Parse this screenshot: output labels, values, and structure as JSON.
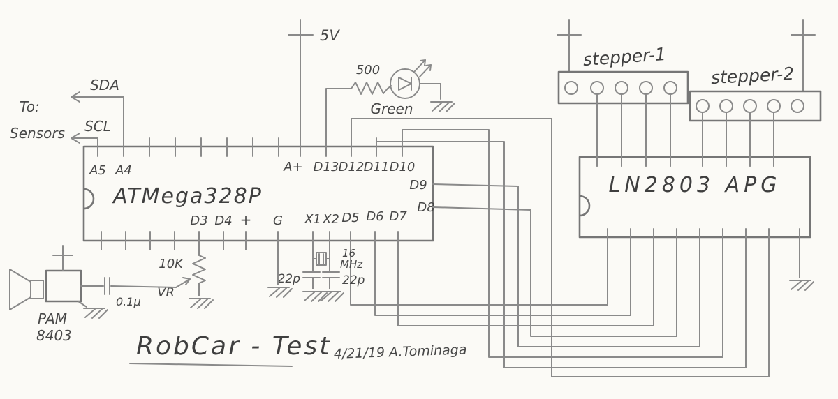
{
  "diagram": {
    "title": "RobCar - Test",
    "credit": "4/21/19 A.Tominaga",
    "power_label": "5V",
    "sensors": {
      "to_line1": "To:",
      "to_line2": "Sensors",
      "sda": "SDA",
      "scl": "SCL"
    },
    "mcu": {
      "name": "ATMega328P",
      "pins_top": {
        "a5": "A5",
        "a4": "A4",
        "aplus": "A+",
        "d13": "D13",
        "d12": "D12",
        "d11": "D11",
        "d10": "D10"
      },
      "pins_right": {
        "d9": "D9",
        "d8": "D8"
      },
      "pins_bottom": {
        "d3": "D3",
        "d4": "D4",
        "plus": "+",
        "g": "G",
        "x1": "X1",
        "x2": "X2",
        "d5": "D5",
        "d6": "D6",
        "d7": "D7"
      }
    },
    "driver": {
      "name": "LN2803 APG"
    },
    "steppers": {
      "s1": "stepper-1",
      "s2": "stepper-2"
    },
    "led": {
      "resistor": "500",
      "color": "Green"
    },
    "xtal": {
      "freq_line1": "16",
      "freq_line2": "MHz",
      "cap_left": "22p",
      "cap_right": "22p"
    },
    "pot": {
      "value": "10K",
      "type": "VR"
    },
    "amp": {
      "name_line1": "PAM",
      "name_line2": "8403",
      "cap": "0.1μ"
    }
  }
}
